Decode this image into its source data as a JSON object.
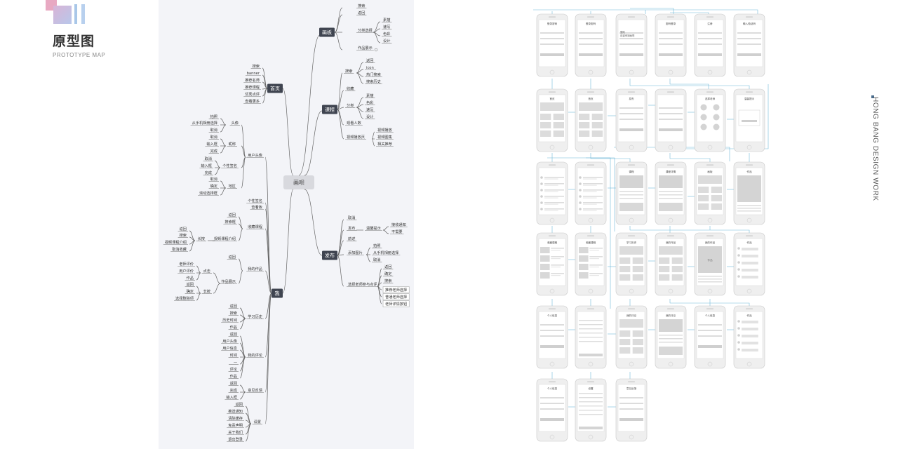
{
  "header": {
    "title": "原型图",
    "subtitle": "PROTOTYPE MAP"
  },
  "side_label": "HONG BANG DESIGN WORK",
  "colors": {
    "accent_pink": "#e8a9c2",
    "accent_blue": "#a9c7e8",
    "panel_bg": "#f3f4f8",
    "node_dark": "#3f4450",
    "root_node": "#d8d9de",
    "connector": "#6fb7d8"
  },
  "mindmap": {
    "root": "画呗",
    "branches": {
      "huaban": {
        "label": "画板",
        "children": [
          "搜索",
          "返回",
          "分类选择",
          "作品展示"
        ],
        "category_children": [
          "素描",
          "速写",
          "色彩",
          "设计"
        ]
      },
      "kecheng": {
        "label": "课程",
        "top": [
          "返回",
          "icon",
          "热门搜索",
          "搜索历史"
        ],
        "mid": [
          "收藏",
          "分类",
          "观看人数",
          "视频播放页"
        ],
        "category_children": [
          "素描",
          "色彩",
          "速写",
          "设计"
        ],
        "video_children": [
          "视频播放",
          "视频图集",
          "相关推荐"
        ]
      },
      "fabu": {
        "label": "发布",
        "children": [
          "取消",
          "发布",
          "前述",
          "添加图片",
          "选择老师参与点评"
        ],
        "warn": "温馨提示",
        "warn_children": [
          "接收通知",
          "不需要"
        ],
        "img_children": [
          "拍照",
          "从手机相册选择",
          "取消"
        ],
        "teacher_children": [
          "返回",
          "确定",
          "搜索",
          "推荐老师选择",
          "普通老师选择",
          "老师详情按钮"
        ]
      },
      "shouye": {
        "label": "首页",
        "children": [
          "搜索",
          "banner",
          "推荐名师",
          "推荐课程",
          "优秀点评",
          "查看更多"
        ]
      },
      "wo": {
        "label": "我",
        "user_avatar": "用户头像",
        "avatar": "头像",
        "avatar_children": [
          "拍照",
          "从手机相册选择",
          "取消"
        ],
        "nickname": "昵称",
        "nickname_children": [
          "取消",
          "输入框",
          "完成"
        ],
        "signature": "个性签名",
        "signature_children": [
          "取消",
          "输入框",
          "完成"
        ],
        "region": "地区",
        "region_children": [
          "取消",
          "确定",
          "滚动选择框"
        ],
        "top_items": [
          "个性签名",
          "查看板"
        ],
        "collect": "收藏课程",
        "collect_children": [
          "返回",
          "搜索框"
        ],
        "longpress": "长按",
        "video_intro": "视频课程介绍",
        "longpress_children": [
          "返回",
          "搜索",
          "视频课程介绍",
          "取消收藏"
        ],
        "mywork": "我的作品",
        "mywork_children": [
          "返回",
          "作品展示"
        ],
        "click": "点击",
        "click_children": [
          "老师评价",
          "用户评价",
          "作品"
        ],
        "long": "长按",
        "long_children": [
          "返回",
          "确定",
          "选择删除项"
        ],
        "history": "学习历史",
        "history_children": [
          "返回",
          "搜索",
          "历史时间",
          "作品"
        ],
        "comments": "我的评论",
        "comments_children": [
          "返回",
          "用户头像",
          "用户信息",
          "时间",
          "—",
          "评论",
          "作品"
        ],
        "feedback": "意见反馈",
        "feedback_children": [
          "返回",
          "完成",
          "输入框"
        ],
        "settings": "设置",
        "settings_children": [
          "返回",
          "推送通知",
          "清除缓存",
          "免责声明",
          "关于我们",
          "退出登录"
        ]
      }
    }
  },
  "prototype_screens": {
    "row1": [
      "登录密码",
      "登录密码",
      "",
      "密码登录",
      "注册",
      "输入验证码"
    ],
    "row1_extra": "登陆\n欢迎来到画呗",
    "row2": [
      "首页",
      "首页",
      "发布",
      "",
      "选择老师",
      "温馨提示"
    ],
    "row3": [
      "",
      "",
      "课程",
      "课程详情",
      "画板",
      "作品"
    ],
    "row4": [
      "收藏课程",
      "收藏课程",
      "学习历史",
      "我的作品",
      "我的作品",
      "作品"
    ],
    "row4_work": "作品",
    "row5": [
      "个人信息",
      "",
      "我的评论",
      "我的评论",
      "个人信息",
      "作品"
    ],
    "row6": [
      "个人信息",
      "设置",
      "意见反馈"
    ]
  }
}
